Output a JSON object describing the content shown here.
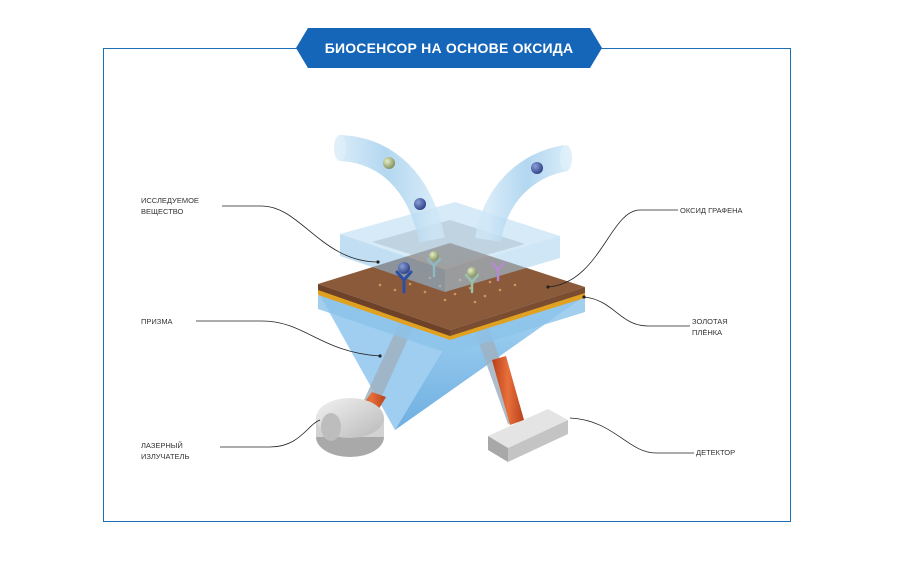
{
  "title": "БИОСЕНСОР НА ОСНОВЕ ОКСИДА ГРАФЕНА",
  "labels": {
    "substance_line1": "ИССЛЕДУЕМОЕ",
    "substance_line2": "ВЕЩЕСТВО",
    "prism": "ПРИЗМА",
    "laser_line1": "ЛАЗЕРНЫЙ",
    "laser_line2": "ИЗЛУЧАТЕЛЬ",
    "graphene_oxide": "ОКСИД ГРАФЕНА",
    "gold_line1": "ЗОЛОТАЯ",
    "gold_line2": "ПЛЁНКА",
    "detector": "ДЕТЕКТОР"
  },
  "colors": {
    "frame": "#1f6fb4",
    "banner": "#1565b8",
    "substrate": "#8a5a3a",
    "gold": "#e0a020",
    "beam": "#d2552a",
    "tube": "#a9d3ee",
    "prism": "#7fbde8"
  },
  "icons": [
    "laser-emitter-icon",
    "detector-icon",
    "antibody-icon",
    "molecule-icon"
  ]
}
